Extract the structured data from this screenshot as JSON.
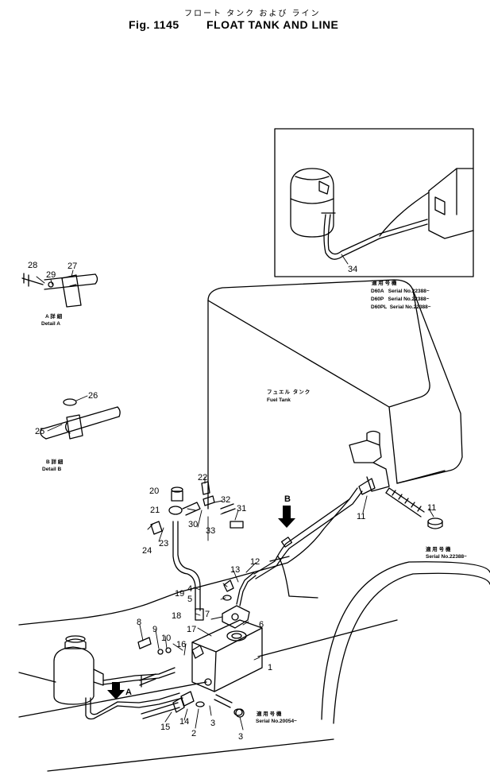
{
  "header": {
    "japanese_title": "フロート タンク および ライン",
    "fig_label": "Fig. 1145",
    "title": "FLOAT TANK AND LINE"
  },
  "labels": {
    "fuel_tank_jp": "フュエル タンク",
    "fuel_tank_en": "Fuel Tank",
    "detail_a_jp": "A 詳 細",
    "detail_a_en": "Detail A",
    "detail_b_jp": "B 詳 細",
    "detail_b_en": "Detail B",
    "arrow_a": "A",
    "arrow_b": "B"
  },
  "notes": {
    "inset_heading": "適 用 号 機",
    "inset_lines": [
      "D60A   Serial No.22388~",
      "D60P   Serial No.22388~",
      "D60PL  Serial No.22388~"
    ],
    "right_heading": "適 用 号 機",
    "right_line": "Serial No.22388~",
    "bottom_heading": "適 用 号 機",
    "bottom_line": "Serial No.20054~"
  },
  "callouts": [
    "1",
    "2",
    "3",
    "3",
    "4",
    "5",
    "6",
    "7",
    "8",
    "9",
    "10",
    "11",
    "11",
    "12",
    "13",
    "14",
    "15",
    "16",
    "17",
    "18",
    "19",
    "20",
    "21",
    "22",
    "23",
    "24",
    "25",
    "26",
    "27",
    "28",
    "29",
    "30",
    "31",
    "32",
    "33",
    "34"
  ]
}
